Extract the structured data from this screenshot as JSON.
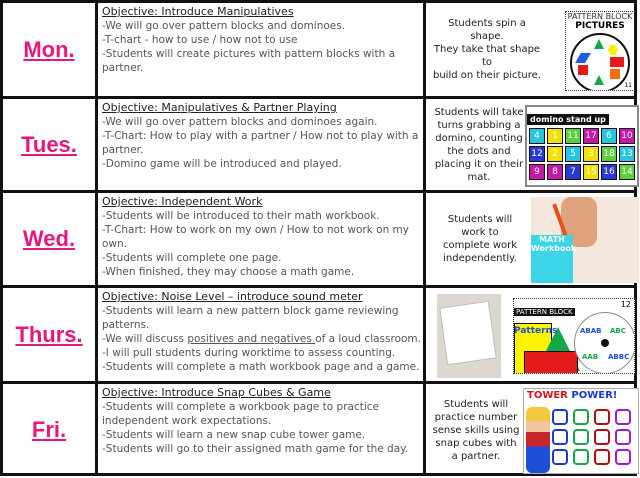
{
  "colors": {
    "day_text": "#e8177d",
    "border": "#111111"
  },
  "days": [
    {
      "day": "Mon.",
      "objective": "Objective: Introduce Manipulatives",
      "lines": [
        "-We will go over pattern blocks and dominoes.",
        "-T-chart - how to use / how not to use",
        "-Students will create pictures with pattern blocks with a",
        "partner."
      ],
      "description": [
        "Students spin a shape.",
        "They take that shape to",
        "build on their picture."
      ],
      "image": {
        "title_top": "PATTERN BLOCK",
        "title_bottom": "PICTURES",
        "page": "11"
      }
    },
    {
      "day": "Tues.",
      "objective": "Objective: Manipulatives & Partner Playing",
      "lines": [
        "-We will go over pattern blocks and dominoes again.",
        "-T-Chart: How to play with a partner / How not to play with a",
        "partner.",
        "-Domino game will be introduced and played."
      ],
      "description": [
        "Students will take",
        "turns grabbing a",
        "domino, counting",
        "the dots and",
        "placing it on their",
        "mat."
      ],
      "image": {
        "title": "domino stand up",
        "numbers": [
          "4",
          "1",
          "11",
          "17",
          "6",
          "10",
          "12",
          "2",
          "5",
          "3",
          "18",
          "13",
          "9",
          "8",
          "7",
          "15",
          "16",
          "14"
        ]
      }
    },
    {
      "day": "Wed.",
      "objective": "Objective: Independent Work",
      "lines": [
        "-Students will be introduced to their math workbook.",
        "-T-Chart: How to work on my own / How to not work on my",
        "own.",
        "-Students will complete one page.",
        "-When finished, they may choose a math game."
      ],
      "description": [
        "Students will",
        "work to",
        "complete work",
        "independently."
      ],
      "image": {
        "cover_title": "MATH",
        "cover_subtitle": "Workbook"
      }
    },
    {
      "day": "Thurs.",
      "objective": "Objective: Noise Level – introduce sound meter",
      "lines_parts": {
        "l1": "-Students will learn a new pattern block game reviewing",
        "l2": "patterns.",
        "l3_pre": "-We will discuss ",
        "l3_u": "positives and negatives ",
        "l3_post": "of a loud classroom.",
        "l4": "-I will pull students during worktime to assess counting.",
        "l5": "-Students will complete a math workbook page and a game."
      },
      "image": {
        "title_top": "PATTERN BLOCK",
        "title_bottom": "Patterns",
        "page": "12",
        "spinner": [
          "ABAB",
          "ABC",
          "AAB",
          "ABBC"
        ]
      }
    },
    {
      "day": "Fri.",
      "objective": "Objective: Introduce Snap Cubes & Game",
      "lines": [
        "-Students will complete a workbook page to practice",
        "independent work expectations.",
        "-Students will learn a new snap cube tower game.",
        "-Students will go to their assigned math game for the day."
      ],
      "description": [
        "Students will",
        "practice number",
        "sense skills using",
        "snap cubes with",
        "a partner."
      ],
      "image": {
        "title_a": "TOWER",
        "title_b": "POWER!"
      }
    }
  ]
}
